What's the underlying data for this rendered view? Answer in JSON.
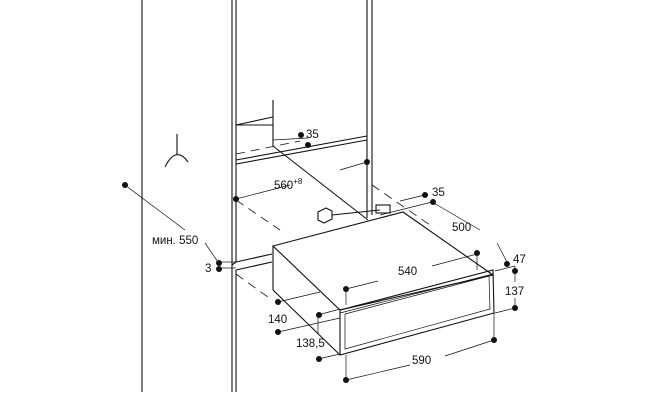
{
  "diagram": {
    "type": "installation-dimensions",
    "dimensions": {
      "top_inner_35": "35",
      "niche_width": "560",
      "niche_width_tolerance": "+8",
      "rear_35": "35",
      "depth_500": "500",
      "min_depth": "мин. 550",
      "gap_3": "3",
      "width_540": "540",
      "offset_47": "47",
      "height_137": "137",
      "height_140": "140",
      "height_138_5": "138,5",
      "front_width": "590"
    }
  }
}
